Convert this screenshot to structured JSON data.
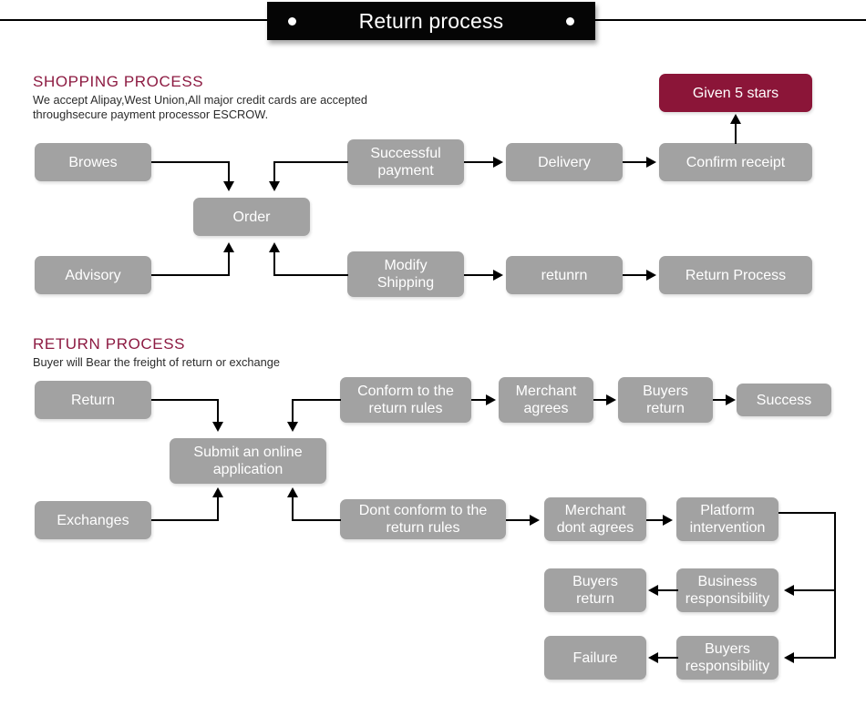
{
  "banner": {
    "title": "Return process",
    "dot_left": "bullet-dot",
    "dot_right": "bullet-dot"
  },
  "shopping": {
    "heading": "SHOPPING PROCESS",
    "subtitle": "We accept Alipay,West Union,All major credit cards are accepted\nthroughsecure payment processor ESCROW.",
    "nodes": {
      "browes": "Browes",
      "order": "Order",
      "successful_payment": "Successful\npayment",
      "delivery": "Delivery",
      "confirm_receipt": "Confirm receipt",
      "given_5_stars": "Given 5 stars",
      "advisory": "Advisory",
      "modify_shipping": "Modify\nShipping",
      "retunrn": "retunrn",
      "return_process": "Return Process"
    }
  },
  "returns": {
    "heading": "RETURN PROCESS",
    "subtitle": "Buyer will Bear the freight of return or exchange",
    "nodes": {
      "return": "Return",
      "submit_online_application": "Submit an online\napplication",
      "conform_to_return_rules": "Conform to the\nreturn rules",
      "merchant_agrees": "Merchant\nagrees",
      "buyers_return_top": "Buyers\nreturn",
      "success": "Success",
      "exchanges": "Exchanges",
      "dont_conform_to_return_rules": "Dont conform to the\nreturn rules",
      "merchant_dont_agrees": "Merchant\ndont agrees",
      "platform_intervention": "Platform\nintervention",
      "business_responsibility": "Business\nresponsibility",
      "buyers_return_mid": "Buyers\nreturn",
      "buyers_responsibility": "Buyers\nresponsibility",
      "failure": "Failure"
    }
  },
  "colors": {
    "accent_maroon": "#8b1538",
    "node_gray": "#a2a2a2",
    "heading_maroon": "#8d1b42",
    "banner_black": "#050505",
    "connector_black": "#000000"
  }
}
